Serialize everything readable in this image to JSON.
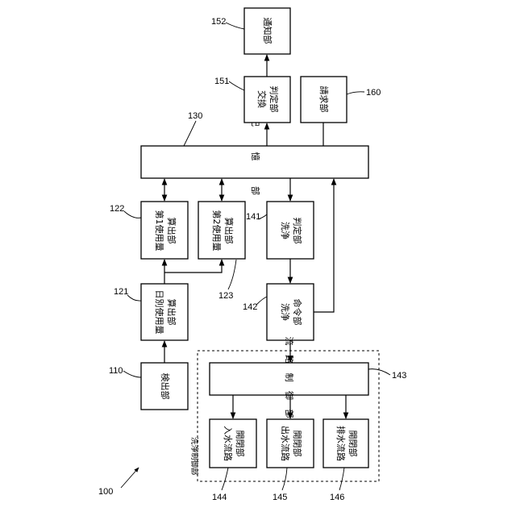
{
  "figure": {
    "number": "100"
  },
  "components": {
    "detect": {
      "ref": "110",
      "label": "検出部"
    },
    "daily": {
      "ref": "121",
      "lines": [
        "日別使用量",
        "算出部"
      ]
    },
    "first": {
      "ref": "122",
      "lines": [
        "第1使用量",
        "算出部"
      ]
    },
    "second": {
      "ref": "123",
      "lines": [
        "第2使用量",
        "算出部"
      ]
    },
    "storage": {
      "ref": "130",
      "label": "記 憶 部"
    },
    "wash_judge": {
      "ref": "141",
      "lines": [
        "洗浄",
        "判定部"
      ]
    },
    "wash_command": {
      "ref": "142",
      "lines": [
        "洗浄",
        "命令部"
      ]
    },
    "flow_control": {
      "ref": "143",
      "label": "流 路 制 御 部"
    },
    "inlet": {
      "ref": "144",
      "lines": [
        "入水流路",
        "開閉部"
      ]
    },
    "outlet": {
      "ref": "145",
      "lines": [
        "出水流路",
        "開閉部"
      ]
    },
    "drain": {
      "ref": "146",
      "lines": [
        "排水流路",
        "開閉部"
      ]
    },
    "wash_control": {
      "label": "洗浄制御部"
    },
    "replace_judge": {
      "ref": "151",
      "lines": [
        "交換",
        "判定部"
      ]
    },
    "notify": {
      "ref": "152",
      "label": "通知部"
    },
    "billing": {
      "ref": "160",
      "label": "請求部"
    }
  }
}
